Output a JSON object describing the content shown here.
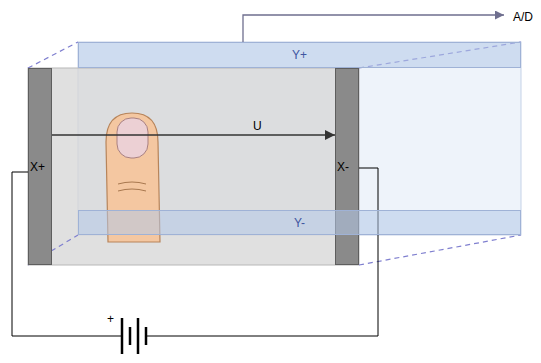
{
  "diagram": {
    "nodes": [
      {
        "text": [
          "Y+"
        ]
      },
      {
        "text": [
          "X+"
        ]
      },
      {
        "text": [
          "X-"
        ]
      },
      {
        "text": [
          "Y-"
        ]
      }
    ],
    "edges": [
      {
        "from": 1,
        "to": 2,
        "arrow": "to",
        "label": "U"
      }
    ],
    "labels": [
      "A/D",
      "+"
    ]
  }
}
